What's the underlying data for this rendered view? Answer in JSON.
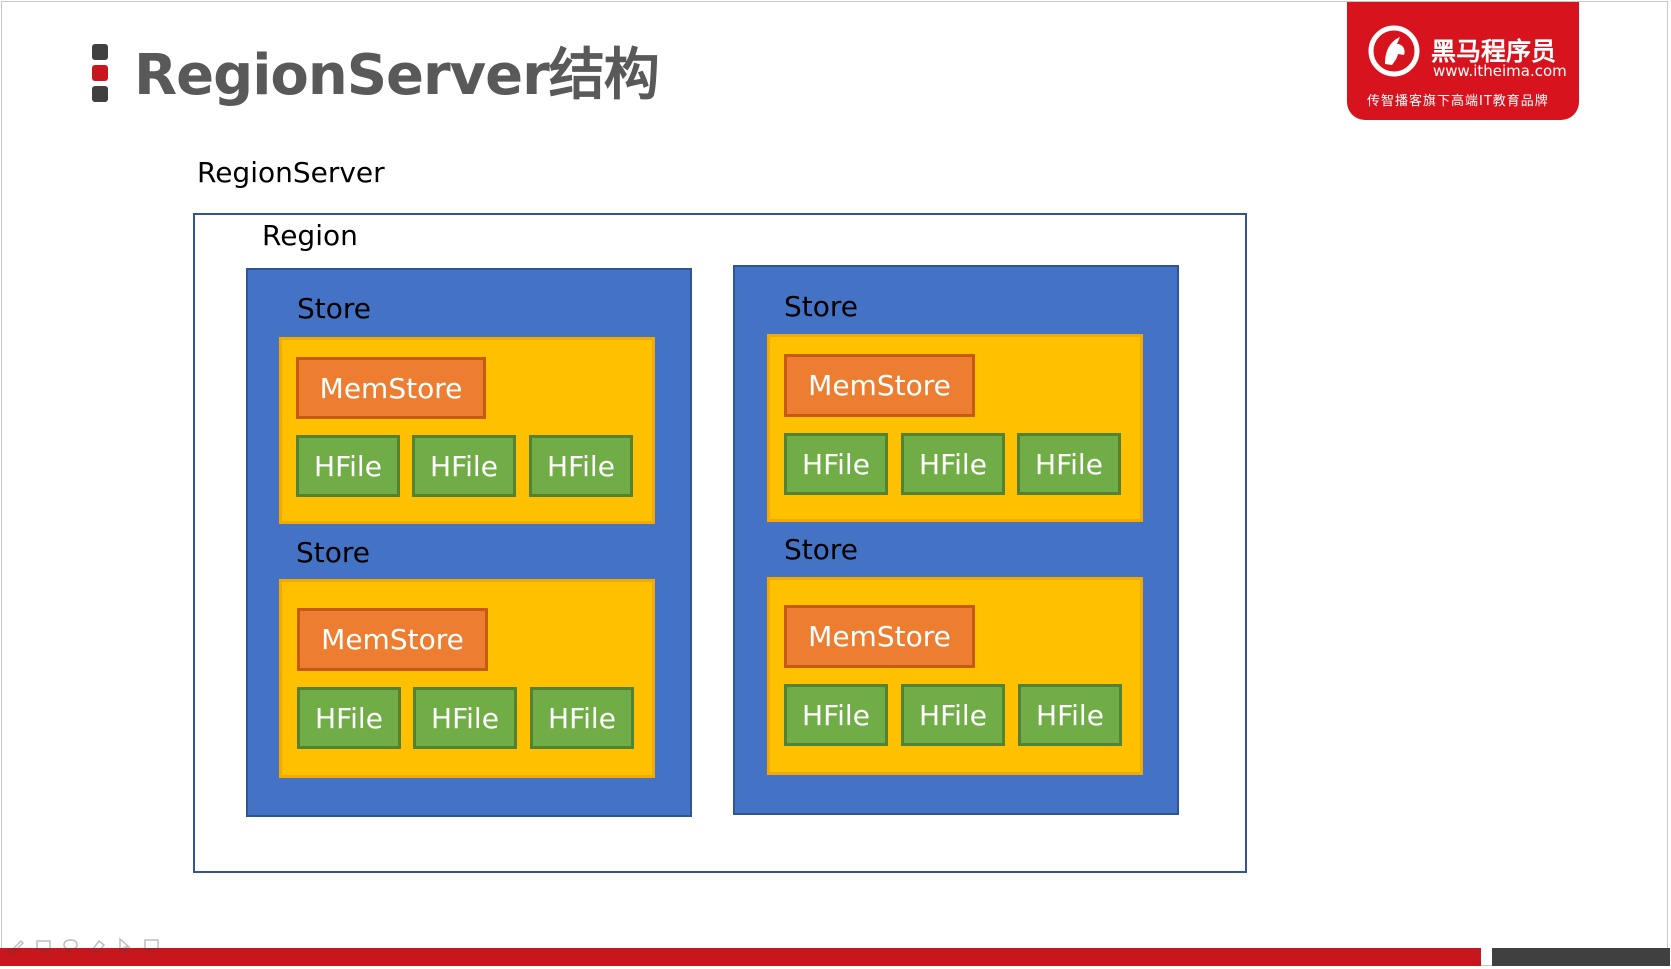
{
  "slide": {
    "title": "RegionServer结构"
  },
  "logo": {
    "name_cn": "黑马程序员",
    "url": "www.itheima.com",
    "slogan": "传智播客旗下高端IT教育品牌",
    "icon": "horse-head-logo"
  },
  "diagram": {
    "regionserver_label": "RegionServer",
    "region_label": "Region",
    "regions": [
      {
        "stores": [
          {
            "label": "Store",
            "memstore": "MemStore",
            "hfiles": [
              "HFile",
              "HFile",
              "HFile"
            ]
          },
          {
            "label": "Store",
            "memstore": "MemStore",
            "hfiles": [
              "HFile",
              "HFile",
              "HFile"
            ]
          }
        ]
      },
      {
        "stores": [
          {
            "label": "Store",
            "memstore": "MemStore",
            "hfiles": [
              "HFile",
              "HFile",
              "HFile"
            ]
          },
          {
            "label": "Store",
            "memstore": "MemStore",
            "hfiles": [
              "HFile",
              "HFile",
              "HFile"
            ]
          }
        ]
      }
    ]
  },
  "colors": {
    "region_blue": "#4472c4",
    "store_yellow": "#ffc000",
    "memstore_orange": "#ed7d31",
    "hfile_green": "#70ad47",
    "brand_red": "#c8161d"
  },
  "toolbar": {
    "icons": [
      "pen-icon",
      "screen-icon",
      "chat-icon",
      "eraser-icon",
      "pointer-icon",
      "comment-icon"
    ]
  }
}
